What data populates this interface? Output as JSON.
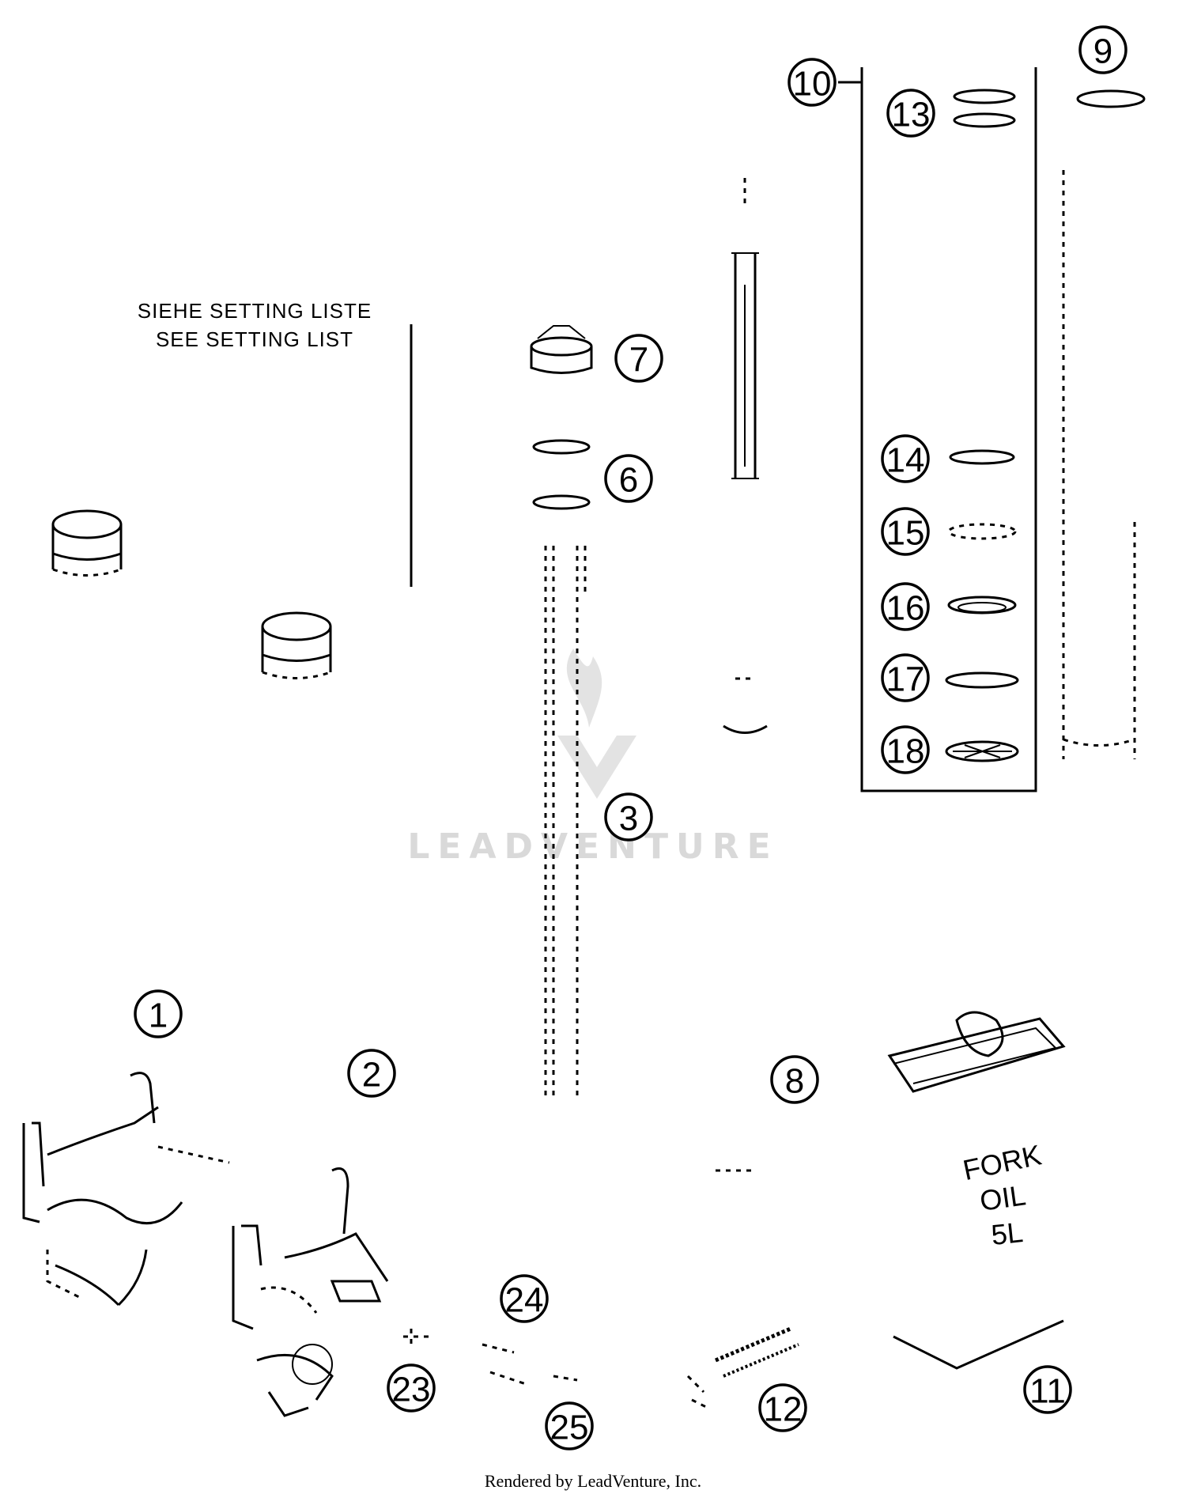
{
  "note": {
    "line1": "SIEHE SETTING LISTE",
    "line2": "SEE SETTING LIST"
  },
  "callouts": [
    "1",
    "2",
    "3",
    "6",
    "7",
    "8",
    "9",
    "10",
    "11",
    "12",
    "13",
    "14",
    "15",
    "16",
    "17",
    "18",
    "23",
    "24",
    "25"
  ],
  "oil_can": {
    "line1": "FORK",
    "line2": "OIL",
    "line3": "5L"
  },
  "watermark": "LEADVENTURE",
  "credit": "Rendered by LeadVenture, Inc."
}
